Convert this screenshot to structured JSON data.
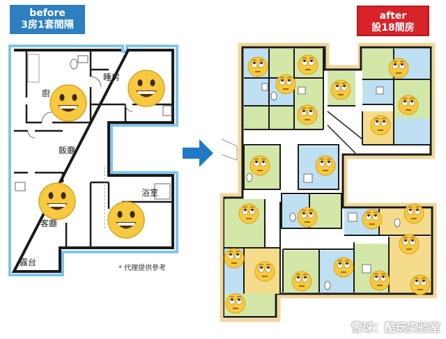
{
  "before": {
    "label_line1": "before",
    "label_line2": "3房1套間隔",
    "rooms": {
      "bedroom_partial": "廚",
      "bedroom": "睡房",
      "dining_living": "飯廳",
      "bathroom": "浴室",
      "living_room": "客廳",
      "balcony": "露台"
    },
    "note": "* 代理提供參考"
  },
  "after": {
    "label_line1": "after",
    "label_line2": "設18間房"
  },
  "watermark": "雪球：酷玩实验室",
  "colors": {
    "before_label_bg": "#2e7fc0",
    "after_label_bg": "#d8232a",
    "wall": "#1a1a1a",
    "outline_blue": "#7fc4ea",
    "floor_green": "#d3e8a8",
    "floor_blue": "#bfe0f2",
    "floor_yellow": "#f5dc8c",
    "arrow_blue": "#2179c4",
    "emoji_face": "#f7c940"
  },
  "icons": {
    "smile_emoji": "grinning-face",
    "eyeroll_emoji": "face-with-rolling-eyes",
    "arrow": "arrow-right"
  }
}
